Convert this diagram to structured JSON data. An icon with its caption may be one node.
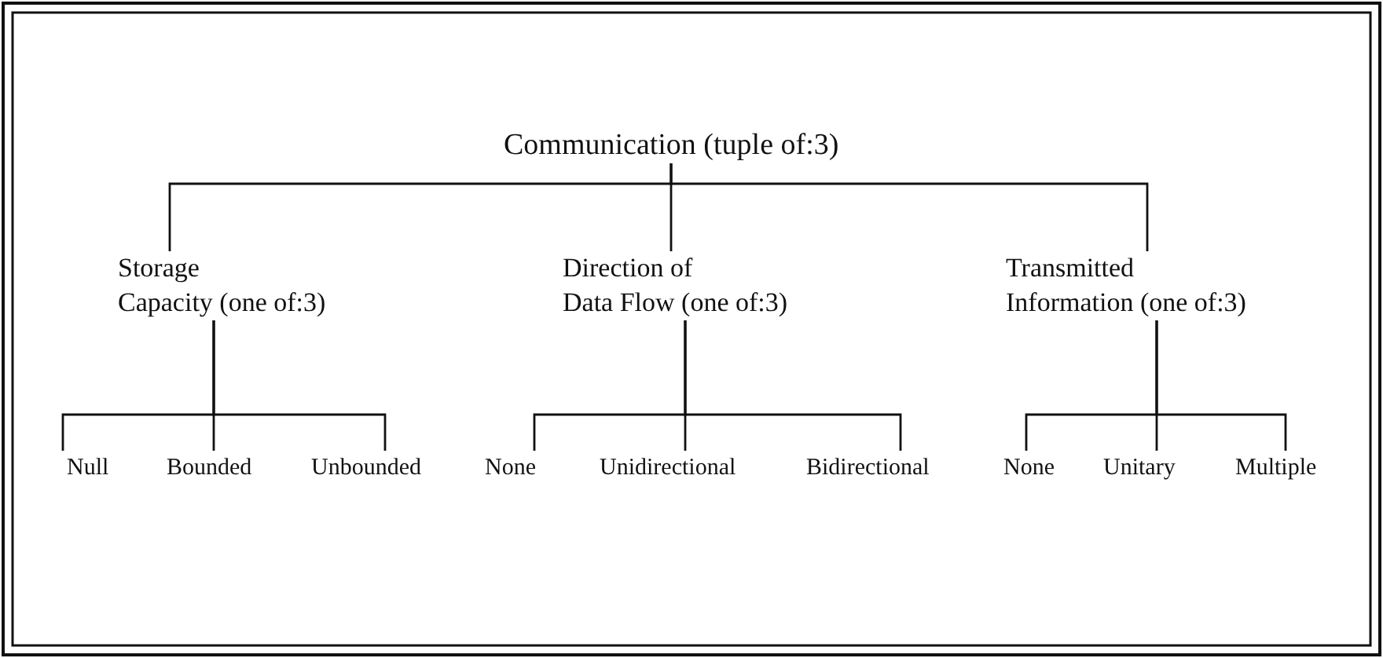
{
  "diagram": {
    "nodes": [
      {
        "text": [
          "Communication (tuple of:3)"
        ]
      },
      {
        "text": [
          "Storage Capacity (one of:3)"
        ]
      },
      {
        "text": [
          "Direction of Data Flow (one of:3)"
        ]
      },
      {
        "text": [
          "Transmitted Information (one of:3)"
        ]
      },
      {
        "text": [
          "Null"
        ]
      },
      {
        "text": [
          "Bounded"
        ]
      },
      {
        "text": [
          "Unbounded"
        ]
      },
      {
        "text": [
          "None"
        ]
      },
      {
        "text": [
          "Unidirectional"
        ]
      },
      {
        "text": [
          "Bidirectional"
        ]
      },
      {
        "text": [
          "None"
        ]
      },
      {
        "text": [
          "Unitary"
        ]
      },
      {
        "text": [
          "Multiple"
        ]
      }
    ],
    "edges": [
      {
        "from": 0,
        "to": 1,
        "arrow": "none"
      },
      {
        "from": 0,
        "to": 2,
        "arrow": "none"
      },
      {
        "from": 0,
        "to": 3,
        "arrow": "none"
      },
      {
        "from": 1,
        "to": 4,
        "arrow": "none"
      },
      {
        "from": 1,
        "to": 5,
        "arrow": "none"
      },
      {
        "from": 1,
        "to": 6,
        "arrow": "none"
      },
      {
        "from": 2,
        "to": 7,
        "arrow": "none"
      },
      {
        "from": 2,
        "to": 8,
        "arrow": "none"
      },
      {
        "from": 2,
        "to": 9,
        "arrow": "none"
      },
      {
        "from": 3,
        "to": 10,
        "arrow": "none"
      },
      {
        "from": 3,
        "to": 11,
        "arrow": "none"
      },
      {
        "from": 3,
        "to": 12,
        "arrow": "none"
      }
    ]
  }
}
